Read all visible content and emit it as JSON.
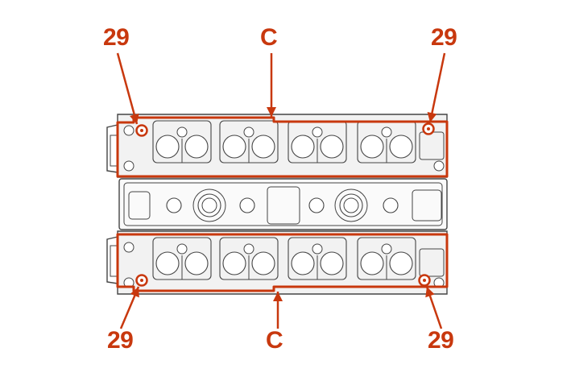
{
  "colors": {
    "accent": "#c8380e",
    "line": "#444444",
    "casting": "#f2f2f2"
  },
  "callouts": {
    "top_left": "29",
    "top_center": "C",
    "top_right": "29",
    "bottom_left": "29",
    "bottom_center": "C",
    "bottom_right": "29"
  }
}
